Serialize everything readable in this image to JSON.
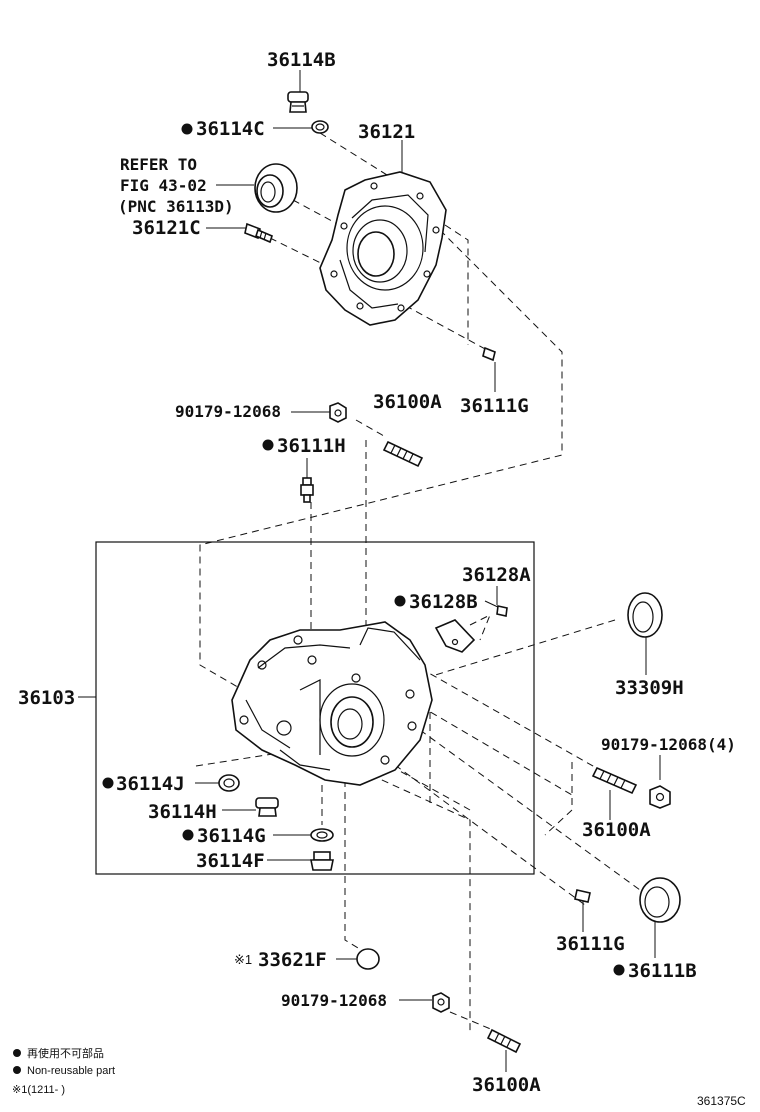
{
  "labels": {
    "p36114B": "36114B",
    "p36114C": "36114C",
    "p36121": "36121",
    "refer1": "REFER TO",
    "refer2": "FIG 43-02",
    "refer3": "(PNC 36113D)",
    "p36121C": "36121C",
    "p90179_top": "90179-12068",
    "p36100A_top": "36100A",
    "p36111G_top": "36111G",
    "p36111H": "36111H",
    "p36128A": "36128A",
    "p36128B": "36128B",
    "p33309H": "33309H",
    "p36103": "36103",
    "p90179_right": "90179-12068(4)",
    "p36114J": "36114J",
    "p36114H": "36114H",
    "p36100A_right": "36100A",
    "p36114G": "36114G",
    "p36114F": "36114F",
    "p36111G_bottom": "36111G",
    "p36111B": "36111B",
    "p33621F_prefix": "※1",
    "p33621F": "33621F",
    "p90179_bottom": "90179-12068",
    "p36100A_bottom": "36100A"
  },
  "legend": {
    "line1": "再使用不可部品",
    "line2": "Non-reusable part",
    "line3": "※1(1211-   )"
  },
  "diagram_id": "361375C",
  "colors": {
    "ink": "#111111",
    "background": "#ffffff"
  },
  "markers": {
    "non_reusable": "filled-dot"
  }
}
